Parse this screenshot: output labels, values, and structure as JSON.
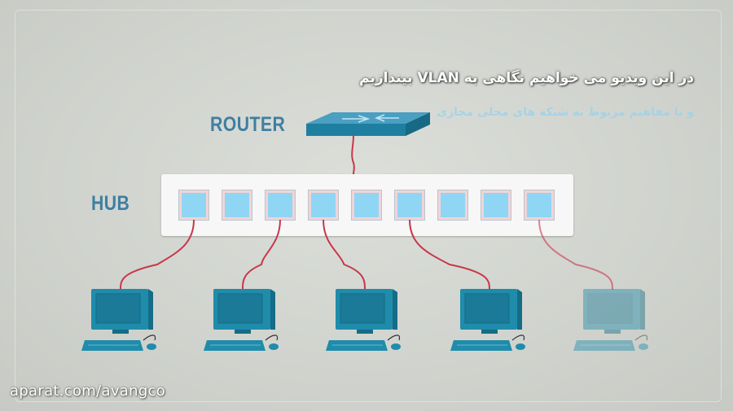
{
  "subtitles": {
    "line1": "در این ویدیو می خواهیم نگاهی به VLAN بیندازیم",
    "line2": "و با مفاهیم مربوط به شبکه های محلی مجازی"
  },
  "labels": {
    "router": "ROUTER",
    "hub": "HUB"
  },
  "hub": {
    "port_count": 9
  },
  "computers": [
    {
      "id": "pc-1",
      "connected_port": 1,
      "faded": false
    },
    {
      "id": "pc-2",
      "connected_port": 3,
      "faded": false
    },
    {
      "id": "pc-3",
      "connected_port": 4,
      "faded": false
    },
    {
      "id": "pc-4",
      "connected_port": 6,
      "faded": false
    },
    {
      "id": "pc-5",
      "connected_port": 9,
      "faded": true
    }
  ],
  "watermark": "aparat.com/avangco",
  "colors": {
    "device": "#1f8cab",
    "device_dark": "#156c86",
    "cable": "#c8374a",
    "port": "#8fd6f4",
    "label": "#3e7fa3"
  }
}
